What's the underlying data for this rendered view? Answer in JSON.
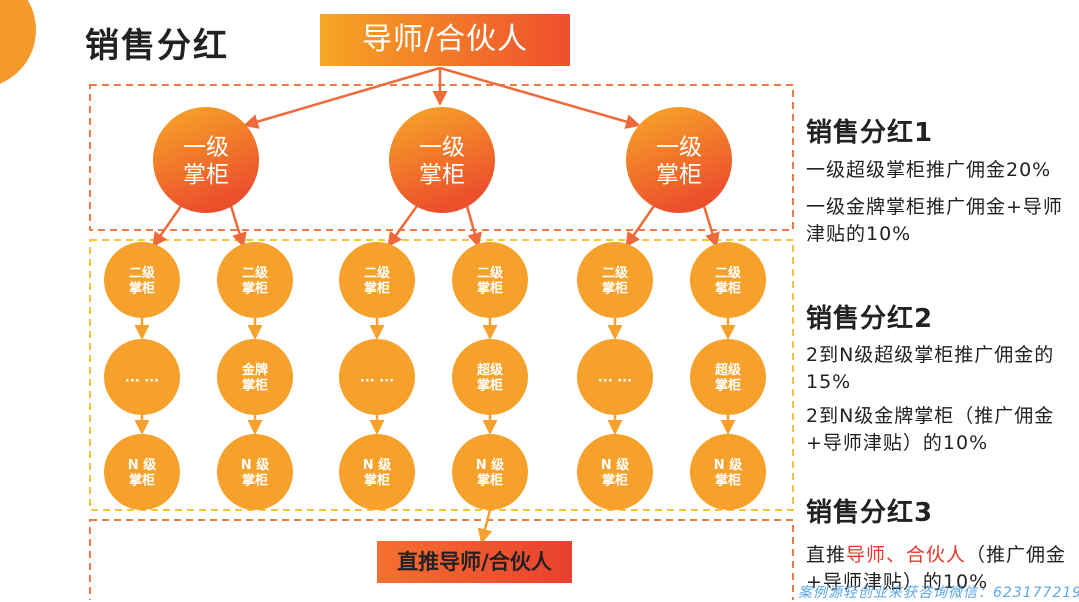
{
  "title": "销售分红",
  "top_node": "导师/合伙人",
  "level1_label": [
    "一级",
    "掌柜"
  ],
  "level2_label": [
    "二级",
    "掌柜"
  ],
  "middle_nodes": [
    [
      "... ..."
    ],
    [
      "金牌",
      "掌柜"
    ],
    [
      "... ..."
    ],
    [
      "超级",
      "掌柜"
    ],
    [
      "... ..."
    ],
    [
      "超级",
      "掌柜"
    ]
  ],
  "bottom_row_label": [
    "N 级",
    "掌柜"
  ],
  "bottom_node": "直推导师/合伙人",
  "sections": [
    {
      "title": "销售分红1",
      "lines": [
        "一级超级掌柜推广佣金20%",
        "一级金牌掌柜推广佣金+导师津贴的10%"
      ]
    },
    {
      "title": "销售分红2",
      "lines": [
        "2到N级超级掌柜推广佣金的15%",
        "2到N级金牌掌柜（推广佣金+导师津贴）的10%"
      ]
    },
    {
      "title": "销售分红3",
      "line_prefix": "直推",
      "line_highlight": "导师、合伙人",
      "line_suffix": "（推广佣金+导师津贴）的10%"
    }
  ],
  "watermark": "案例源轻创业来获咨询微信：623177219",
  "colors": {
    "accent_red": "#e8382e",
    "orange": "#f5a12b",
    "dash_orange": "#f07a45",
    "dash_yellow": "#f5c33b"
  }
}
